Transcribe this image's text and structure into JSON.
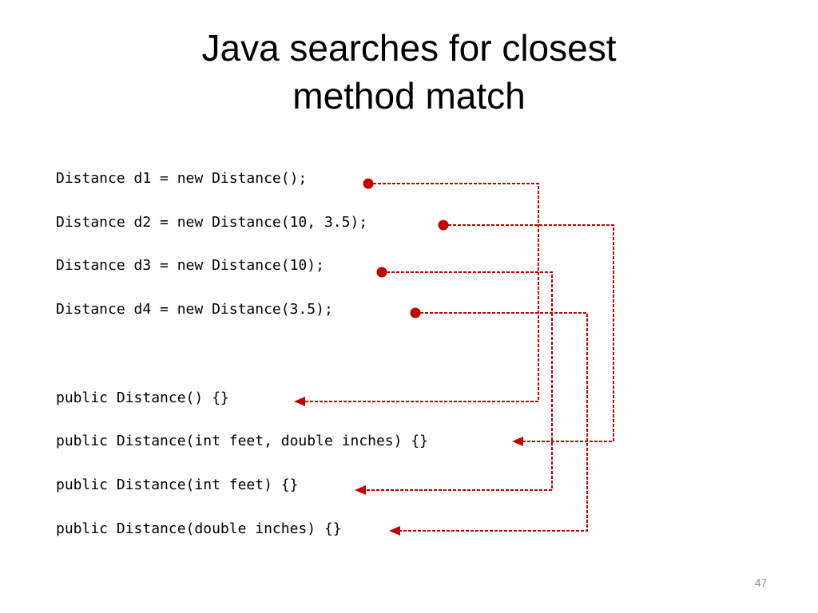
{
  "slide": {
    "title_lines": [
      "Java searches for closest",
      "method match"
    ],
    "page_number": "47",
    "accent_color": "#c00000"
  },
  "calls": [
    "Distance d1 = new Distance();",
    "Distance d2 = new Distance(10, 3.5);",
    "Distance d3 = new Distance(10);",
    "Distance d4 = new Distance(3.5);"
  ],
  "constructors": [
    "public Distance() {}",
    "public Distance(int feet, double inches) {}",
    "public Distance(int feet) {}",
    "public Distance(double inches) {}"
  ],
  "connections": [
    {
      "from_call": 0,
      "to_constructor": 0
    },
    {
      "from_call": 1,
      "to_constructor": 1
    },
    {
      "from_call": 2,
      "to_constructor": 2
    },
    {
      "from_call": 3,
      "to_constructor": 3
    }
  ]
}
